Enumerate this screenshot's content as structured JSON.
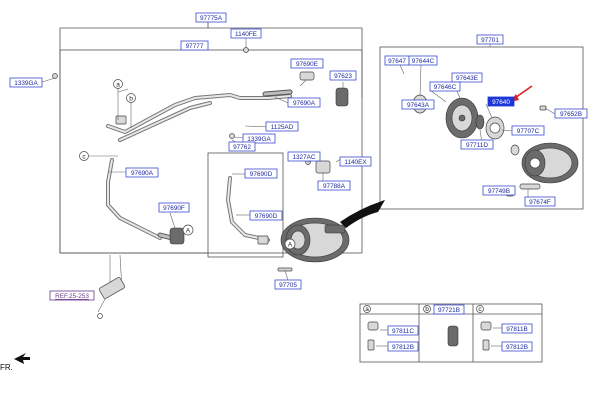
{
  "labels": {
    "k97775A": "97775A",
    "k1140FE": "1140FE",
    "k97777": "97777",
    "k1339GA": "1339GA",
    "k97690E": "97690E",
    "k97623": "97623",
    "k97690A_top": "97690A",
    "k1125AD": "1125AD",
    "k1339GA_b": "1339GA",
    "k97762": "97762",
    "k1327AC": "1327AC",
    "k1140EX": "1140EX",
    "k97788A": "97788A",
    "k97690A_left": "97690A",
    "k97690D_a": "97690D",
    "k97690D_b": "97690D",
    "k97690F": "97690F",
    "k97705": "97705",
    "k97701": "97701",
    "k97647": "97647",
    "k97644C": "97644C",
    "k97643E": "97643E",
    "k97646C": "97646C",
    "k97643A": "97643A",
    "k97640": "97640",
    "k97652B": "97652B",
    "k97707C": "97707C",
    "k97711D": "97711D",
    "k97749B": "97749B",
    "k97674F": "97674F",
    "kREF": "REF.25-253",
    "k97721B": "97721B",
    "k97811C": "97811C",
    "k97812B_a": "97812B",
    "k97811B": "97811B",
    "k97812B_b": "97812B"
  },
  "callouts": {
    "a": "a",
    "b": "b",
    "c": "c",
    "A": "A"
  },
  "legend": {
    "a": "a",
    "b": "b",
    "c": "c"
  },
  "direction_label": "FR.",
  "colors": {
    "label_text": "#1c2aa0",
    "label_border": "#3a4bd0",
    "highlight_fill": "#1d36d8",
    "pointer_arrow": "#e02020"
  }
}
